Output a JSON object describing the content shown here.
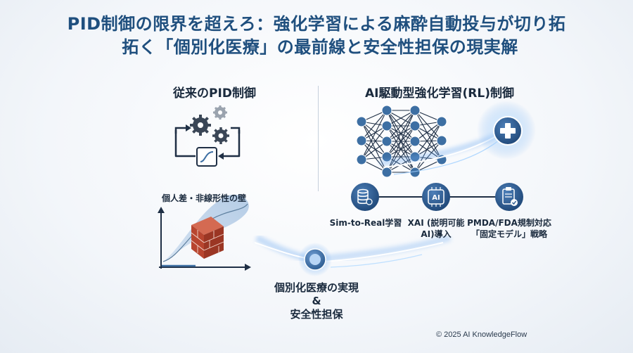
{
  "title": {
    "line1": "PID制御の限界を超えろ：強化学習による麻酔自動投与が切り拓",
    "line2": "拓く「個別化医療」の最前線と安全性担保の現実解"
  },
  "left": {
    "heading": "従来のPID制御",
    "wall_label": "個人差・非線形性の壁"
  },
  "right": {
    "heading": "AI駆動型強化学習(RL)制御",
    "steps": [
      {
        "label": "Sim-to-Real学習",
        "icon": "database-gear-icon"
      },
      {
        "label": "XAI (説明可能\nAI)導入",
        "icon": "ai-chip-icon"
      },
      {
        "label": "PMDA/FDA規制対応\n「固定モデル」戦略",
        "icon": "clipboard-check-icon"
      }
    ],
    "ai_chip_text": "AI"
  },
  "outcome": {
    "line1": "個別化医療の実現",
    "line2": "&",
    "line3": "安全性担保"
  },
  "footer": {
    "copyright": "© 2025 AI KnowledgeFlow"
  },
  "colors": {
    "title": "#1f4f7e",
    "node": "#3d6fa3",
    "edge": "#1f2f45",
    "glow": "#6aa8f0",
    "brick": "#b8452f"
  }
}
